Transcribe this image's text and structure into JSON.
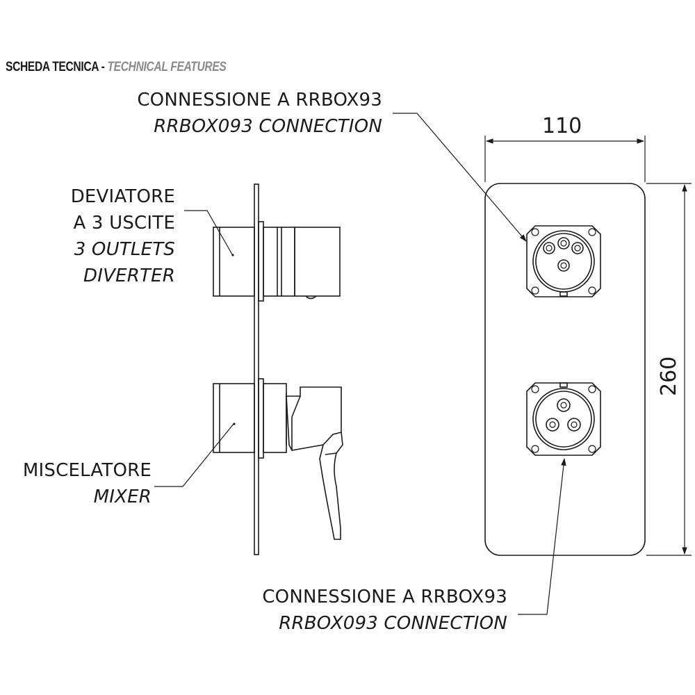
{
  "header": {
    "title": "SCHEDA TECNICA",
    "separator": " - ",
    "subtitle": "TECHNICAL FEATURES"
  },
  "labels": {
    "top_connection": {
      "line1": "CONNESSIONE A RRBOX93",
      "line2": "RRBOX093 CONNECTION"
    },
    "diverter": {
      "line1": "DEVIATORE",
      "line2": "A 3 USCITE",
      "line3": "3 OUTLETS",
      "line4": "DIVERTER"
    },
    "mixer": {
      "line1": "MISCELATORE",
      "line2": "MIXER"
    },
    "bottom_connection": {
      "line1": "CONNESSIONE A RRBOX93",
      "line2": "RRBOX093 CONNECTION"
    }
  },
  "dimensions": {
    "width": "110",
    "height": "260"
  }
}
